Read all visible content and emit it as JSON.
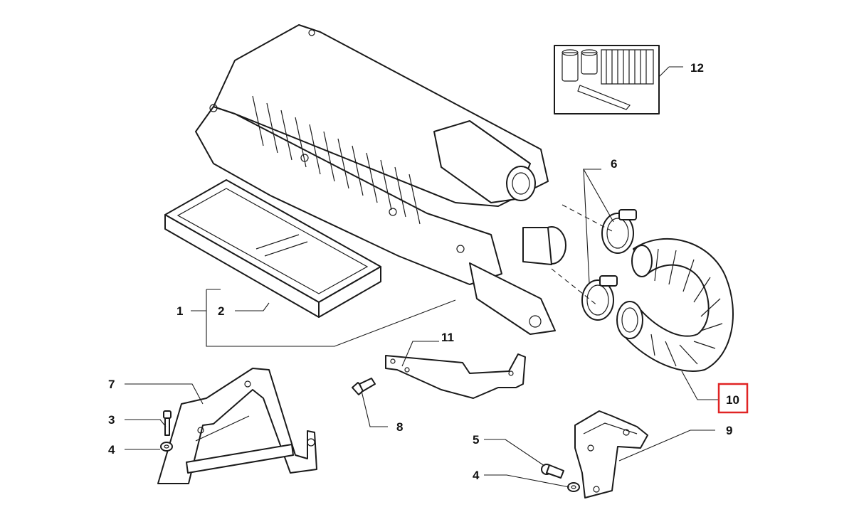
{
  "callouts": {
    "c1": "1",
    "c2": "2",
    "c3": "3",
    "c4a": "4",
    "c4b": "4",
    "c5": "5",
    "c6": "6",
    "c7": "7",
    "c8": "8",
    "c9": "9",
    "c10": "10",
    "c11": "11",
    "c12": "12"
  },
  "highlight": {
    "callout": "10",
    "color": "#e02424"
  }
}
